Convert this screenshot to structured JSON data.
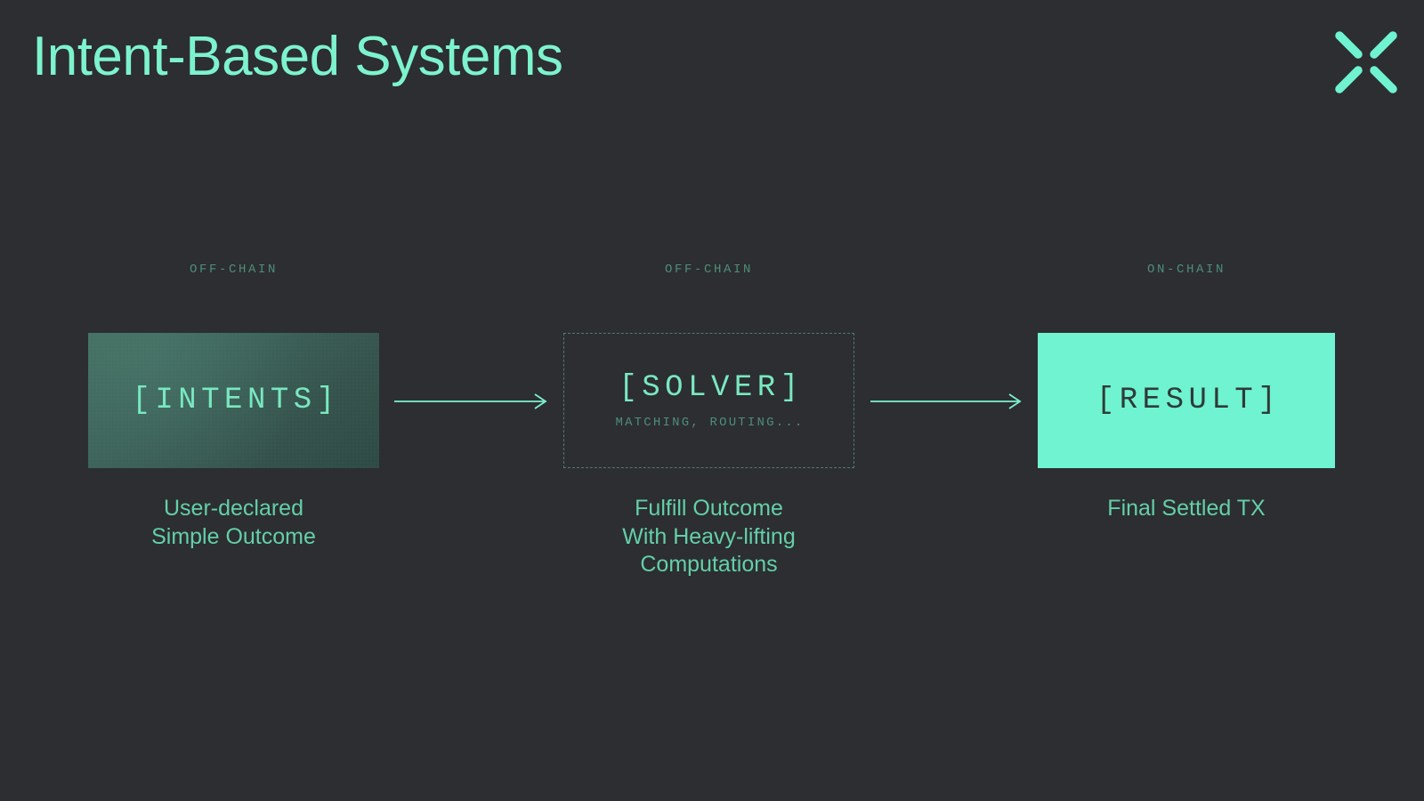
{
  "slide": {
    "title": "Intent-Based Systems",
    "background_color": "#2c2e31",
    "accent_color": "#7df3cd",
    "muted_accent_color": "#4e8d78"
  },
  "logo": {
    "name": "x-mark-logo",
    "color": "#6ff3d0"
  },
  "flow": {
    "stages": [
      {
        "id": "intents",
        "chain_label": "OFF-CHAIN",
        "card_title": "[INTENTS]",
        "card_subtitle": "",
        "card_style": "gradient-fill",
        "card_color": "#3c6058",
        "title_color": "#79e8c0",
        "caption_lines": [
          "User-declared",
          "Simple Outcome"
        ]
      },
      {
        "id": "solver",
        "chain_label": "OFF-CHAIN",
        "card_title": "[SOLVER]",
        "card_subtitle": "MATCHING, ROUTING...",
        "card_style": "dashed-outline",
        "card_color": "#4f7d6f",
        "title_color": "#79e8c0",
        "caption_lines": [
          "Fulfill Outcome",
          "With Heavy-lifting",
          "Computations"
        ]
      },
      {
        "id": "result",
        "chain_label": "ON-CHAIN",
        "card_title": "[RESULT]",
        "card_subtitle": "",
        "card_style": "solid-fill",
        "card_color": "#6ff3d0",
        "title_color": "#2f3a38",
        "caption_lines": [
          "Final Settled TX"
        ]
      }
    ],
    "connectors": [
      {
        "id": "intents-to-solver",
        "direction": "right",
        "color": "#7df3cd"
      },
      {
        "id": "solver-to-result",
        "direction": "right",
        "color": "#7df3cd"
      }
    ]
  }
}
